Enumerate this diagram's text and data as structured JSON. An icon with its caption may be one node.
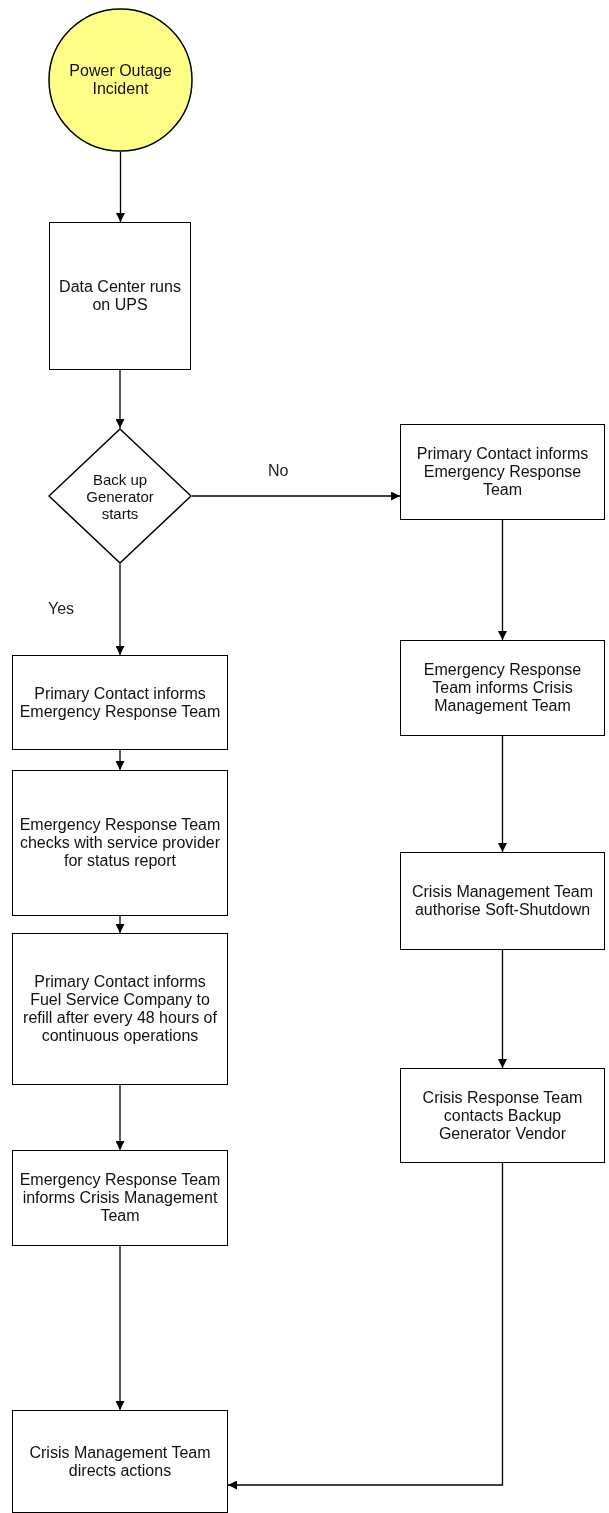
{
  "diagram": {
    "nodes": [
      {
        "text": [
          "Power Outage Incident"
        ]
      },
      {
        "text": [
          "Data Center runs on UPS"
        ]
      },
      {
        "text": [
          "Back up Generator starts"
        ]
      },
      {
        "text": [
          "Primary Contact informs Emergency Response Team"
        ]
      },
      {
        "text": [
          "Emergency Response Team checks with service provider for status report"
        ]
      },
      {
        "text": [
          "Primary Contact informs Fuel Service Company to refill after every 48 hours of continuous operations"
        ]
      },
      {
        "text": [
          "Emergency Response Team informs Crisis Management Team"
        ]
      },
      {
        "text": [
          "Crisis Management Team directs actions"
        ]
      },
      {
        "text": [
          "Primary Contact informs Emergency Response Team"
        ]
      },
      {
        "text": [
          "Emergency Response Team informs Crisis Management Team"
        ]
      },
      {
        "text": [
          "Crisis Management Team authorise Soft-Shutdown"
        ]
      },
      {
        "text": [
          "Crisis Response Team contacts Backup Generator Vendor"
        ]
      }
    ],
    "edges": [
      {
        "from": 0,
        "to": 1,
        "arrow": "to"
      },
      {
        "from": 1,
        "to": 2,
        "arrow": "to"
      },
      {
        "from": 2,
        "to": 3,
        "label": "Yes",
        "arrow": "to"
      },
      {
        "from": 3,
        "to": 4,
        "arrow": "to"
      },
      {
        "from": 4,
        "to": 5,
        "arrow": "to"
      },
      {
        "from": 5,
        "to": 6,
        "arrow": "to"
      },
      {
        "from": 6,
        "to": 7,
        "arrow": "to"
      },
      {
        "from": 2,
        "to": 8,
        "label": "No",
        "arrow": "to"
      },
      {
        "from": 8,
        "to": 9,
        "arrow": "to"
      },
      {
        "from": 9,
        "to": 10,
        "arrow": "to"
      },
      {
        "from": 10,
        "to": 11,
        "arrow": "to"
      },
      {
        "from": 11,
        "to": 7,
        "arrow": "to"
      }
    ]
  }
}
